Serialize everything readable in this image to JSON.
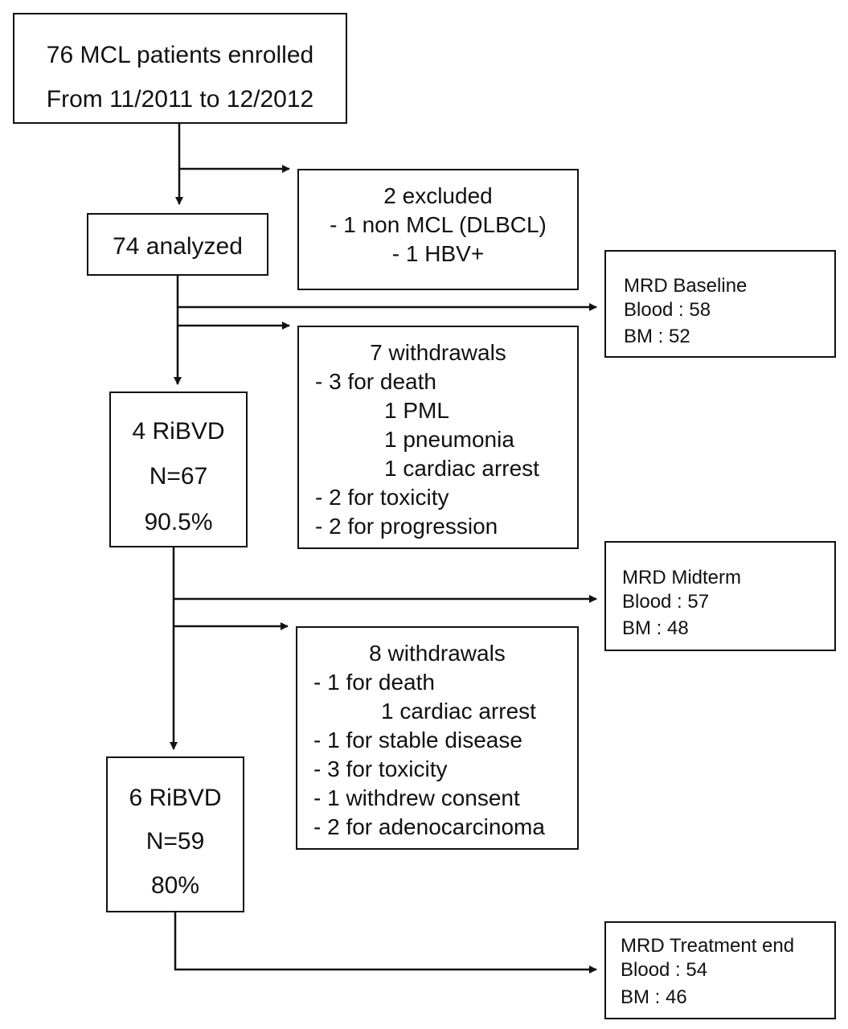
{
  "enrolled": {
    "line1": "76 MCL patients enrolled",
    "line2": "From 11/2011 to 12/2012"
  },
  "excluded": {
    "title": "2 excluded",
    "items": [
      "- 1 non MCL (DLBCL)",
      "- 1 HBV+"
    ]
  },
  "analyzed": {
    "label": "74 analyzed"
  },
  "mrd_baseline": {
    "title": "MRD Baseline",
    "blood": "Blood : 58",
    "bm": "BM : 52"
  },
  "withdrawals_1": {
    "title": "7 withdrawals",
    "items": [
      "- 3 for death",
      "1 PML",
      "1 pneumonia",
      "1 cardiac arrest",
      "- 2 for toxicity",
      "- 2 for progression"
    ]
  },
  "ribvd4": {
    "title": "4 RiBVD",
    "n": "N=67",
    "pct": "90.5%"
  },
  "mrd_midterm": {
    "title": "MRD Midterm",
    "blood": "Blood : 57",
    "bm": "BM : 48"
  },
  "withdrawals_2": {
    "title": "8 withdrawals",
    "items": [
      "- 1 for death",
      "1 cardiac arrest",
      "- 1 for stable disease",
      "- 3 for toxicity",
      "- 1 withdrew consent",
      "- 2 for adenocarcinoma"
    ]
  },
  "ribvd6": {
    "title": "6 RiBVD",
    "n": "N=59",
    "pct": "80%"
  },
  "mrd_end": {
    "title": "MRD Treatment end",
    "blood": "Blood : 54",
    "bm": "BM : 46"
  }
}
